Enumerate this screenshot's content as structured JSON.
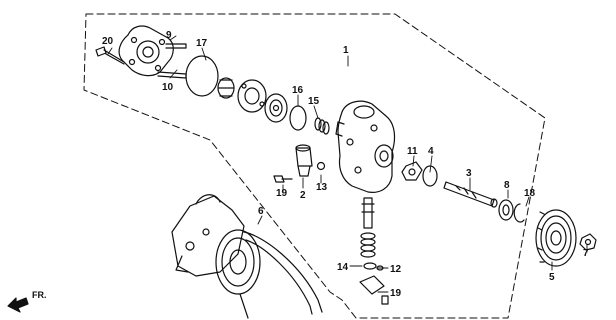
{
  "diagram": {
    "callouts": [
      "1",
      "2",
      "3",
      "4",
      "5",
      "6",
      "7",
      "8",
      "9",
      "10",
      "11",
      "12",
      "13",
      "14",
      "15",
      "16",
      "17",
      "18",
      "19",
      "19",
      "20"
    ],
    "direction_label": "FR."
  }
}
